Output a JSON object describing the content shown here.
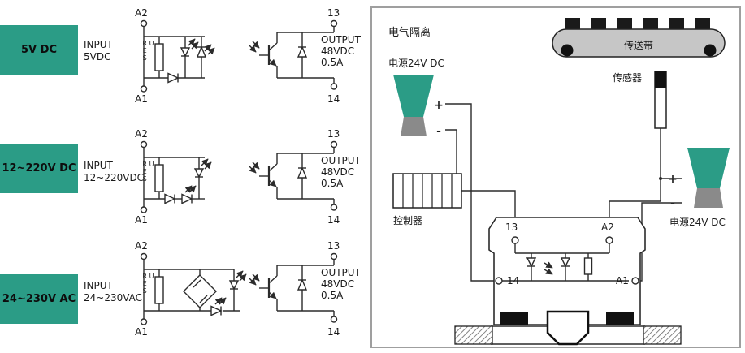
{
  "colors": {
    "green": "#2b9c86",
    "line": "#2b2b2b",
    "panel_border": "#9f9f9f"
  },
  "circuits": [
    {
      "label": "5V DC",
      "input_line1": "INPUT",
      "input_line2": "5VDC",
      "term_a2": "A2",
      "term_a1": "A1",
      "term_13": "13",
      "term_14": "14",
      "output_line1": "OUTPUT",
      "output_line2": "48VDC",
      "output_line3": "0.5A",
      "res_label": "U RES"
    },
    {
      "label": "12~220V DC",
      "input_line1": "INPUT",
      "input_line2": "12~220VDC",
      "term_a2": "A2",
      "term_a1": "A1",
      "term_13": "13",
      "term_14": "14",
      "output_line1": "OUTPUT",
      "output_line2": "48VDC",
      "output_line3": "0.5A",
      "res_label": "U RES"
    },
    {
      "label": "24~230V AC",
      "input_line1": "INPUT",
      "input_line2": "24~230VAC",
      "term_a2": "A2",
      "term_a1": "A1",
      "term_13": "13",
      "term_14": "14",
      "output_line1": "OUTPUT",
      "output_line2": "48VDC",
      "output_line3": "0.5A",
      "res_label": "U RES"
    }
  ],
  "application": {
    "title": "电气隔离",
    "conveyor_label": "传送带",
    "sensor_label": "传感器",
    "power_left_label": "电源24V DC",
    "power_right_label": "电源24V DC",
    "controller_label": "控制器",
    "plus": "+",
    "minus": "-",
    "term_13": "13",
    "term_14": "14",
    "term_a2": "A2",
    "term_a1": "A1"
  }
}
